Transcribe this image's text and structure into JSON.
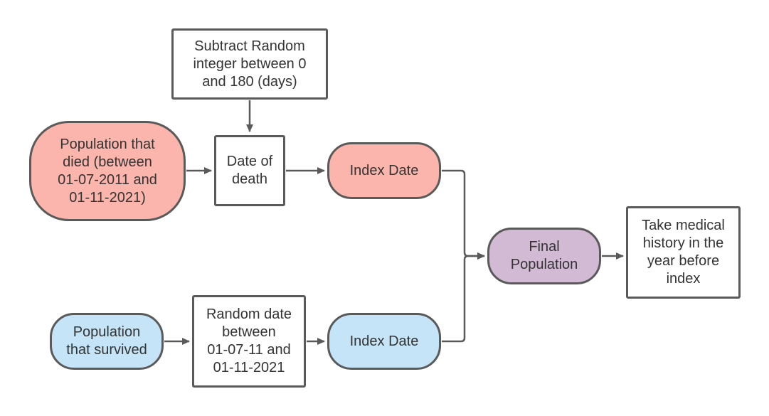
{
  "colors": {
    "died_fill": "#fbb5ac",
    "survived_fill": "#c5e4f7",
    "final_fill": "#d3bad4",
    "stroke": "#5a5a5a",
    "text": "#333333"
  },
  "nodes": {
    "subtract": {
      "lines": [
        "Subtract Random",
        "integer between 0",
        "and 180 (days)"
      ]
    },
    "died": {
      "lines": [
        "Population that",
        "died (between",
        "01-07-2011 and",
        "01-11-2021)"
      ]
    },
    "death": {
      "lines": [
        "Date of",
        "death"
      ]
    },
    "index1": {
      "lines": [
        "Index Date"
      ]
    },
    "final": {
      "lines": [
        "Final",
        "Population"
      ]
    },
    "medical": {
      "lines": [
        "Take medical",
        "history in the",
        "year before",
        "index"
      ]
    },
    "survived": {
      "lines": [
        "Population",
        "that survived"
      ]
    },
    "random": {
      "lines": [
        "Random date",
        "between",
        "01-07-11 and",
        "01-11-2021"
      ]
    },
    "index2": {
      "lines": [
        "Index Date"
      ]
    }
  },
  "edges": [
    {
      "from": "subtract",
      "to": "death"
    },
    {
      "from": "died",
      "to": "death"
    },
    {
      "from": "death",
      "to": "index1"
    },
    {
      "from": "index1",
      "to": "final"
    },
    {
      "from": "index2",
      "to": "final"
    },
    {
      "from": "final",
      "to": "medical"
    },
    {
      "from": "survived",
      "to": "random"
    },
    {
      "from": "random",
      "to": "index2"
    }
  ]
}
